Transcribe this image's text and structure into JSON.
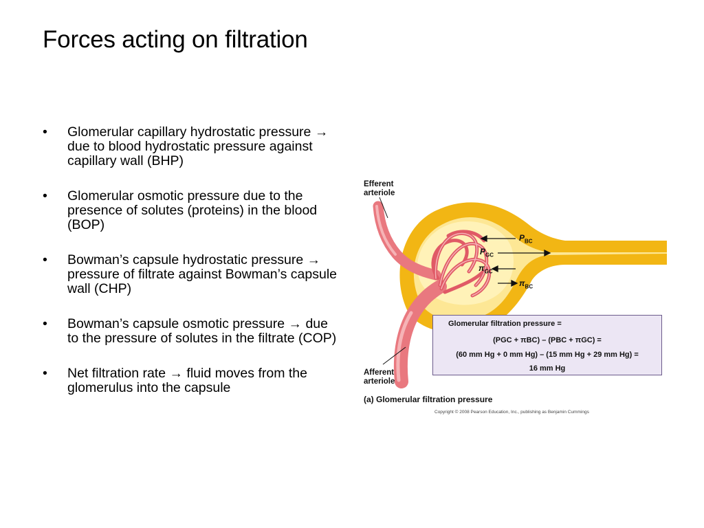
{
  "slide": {
    "title": "Forces acting on filtration"
  },
  "bullets": [
    {
      "marker": "•",
      "before": "Glomerular capillary hydrostatic pressure ",
      "arrow": "→",
      "after": " due to blood hydrostatic pressure against capillary wall (BHP)"
    },
    {
      "marker": "•",
      "before": "Glomerular osmotic pressure due to the presence of solutes (proteins) in the blood (BOP)",
      "arrow": "",
      "after": ""
    },
    {
      "marker": "•",
      "before": "Bowman’s capsule hydrostatic pressure ",
      "arrow": "→",
      "after": " pressure of filtrate against Bowman’s capsule wall (CHP)"
    },
    {
      "marker": "•",
      "before": "Bowman’s capsule osmotic pressure ",
      "arrow": "→",
      "after": " due to the pressure of solutes in the filtrate (COP)"
    },
    {
      "marker": "•",
      "before": "Net filtration rate ",
      "arrow": "→",
      "after": " fluid moves from the glomerulus into the capsule"
    }
  ],
  "figure": {
    "efferent_label": [
      "Efferent",
      "arteriole"
    ],
    "afferent_label": [
      "Afferent",
      "arteriole"
    ],
    "p_bc": {
      "letter": "P",
      "sub": "BC"
    },
    "p_gc": {
      "letter": "P",
      "sub": "GC"
    },
    "pi_gc": {
      "letter": "π",
      "sub": "GC"
    },
    "pi_bc": {
      "letter": "π",
      "sub": "BC"
    },
    "equation": {
      "title": "Glomerular filtration pressure =",
      "line1": "(PGC + πBC) – (PBC + πGC) =",
      "line2": "(60 mm Hg + 0 mm Hg) – (15 mm Hg + 29 mm Hg) =",
      "line3": "16 mm Hg"
    },
    "caption_tag": "(a)",
    "caption_text": "Glomerular filtration pressure",
    "copyright": "Copyright © 2008 Pearson Education, Inc., publishing as Benjamin Cummings"
  },
  "colors": {
    "capsule_outer": "#f2b614",
    "capsule_inner": "#fde795",
    "vessel": "#e9787f",
    "vessel_light": "#f6b3b6",
    "box_fill": "#ece6f4",
    "box_border": "#6a5a8a"
  }
}
